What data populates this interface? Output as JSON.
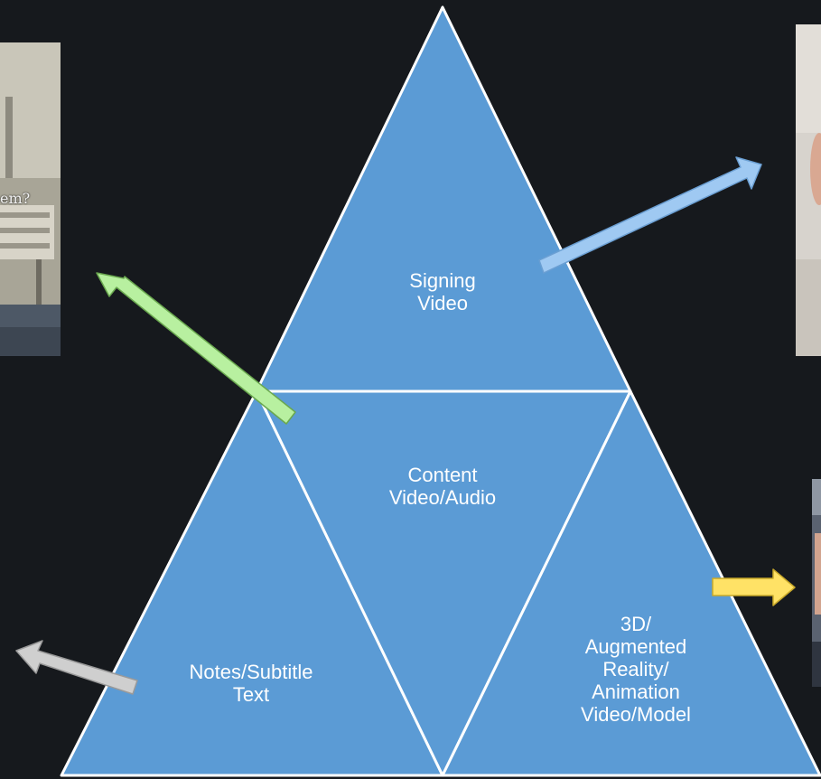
{
  "diagram": {
    "segments": [
      {
        "id": "top",
        "label": "Signing\nVideo"
      },
      {
        "id": "center",
        "label": "Content\nVideo/Audio"
      },
      {
        "id": "bottom-left",
        "label": "Notes/Subtitle\nText"
      },
      {
        "id": "bottom-right",
        "label": "3D/\nAugmented\nReality/\nAnimation\nVideo/Model"
      }
    ],
    "colors": {
      "background": "#16191d",
      "triangle_fill": "#5b9bd5",
      "triangle_stroke": "#ffffff",
      "arrow_green": "#b8f0a0",
      "arrow_blue": "#9fc9f2",
      "arrow_yellow": "#ffe266",
      "arrow_gray": "#cfcfcf"
    }
  },
  "photos": {
    "left_caption": "em?"
  }
}
